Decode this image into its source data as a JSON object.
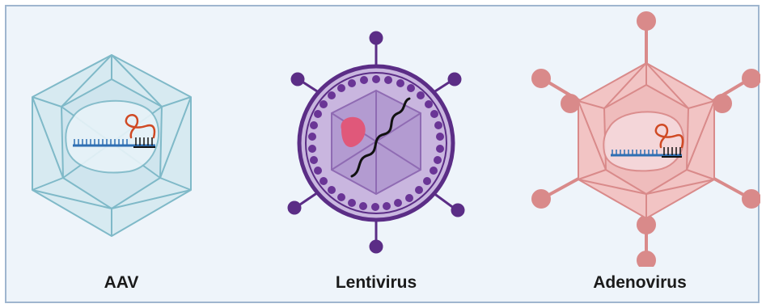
{
  "vectors": [
    {
      "id": "aav",
      "label": "AAV",
      "color": "#7fb9c8"
    },
    {
      "id": "lentivirus",
      "label": "Lentivirus",
      "color": "#5b2d86"
    },
    {
      "id": "adenovirus",
      "label": "Adenovirus",
      "color": "#d98a8a"
    }
  ]
}
